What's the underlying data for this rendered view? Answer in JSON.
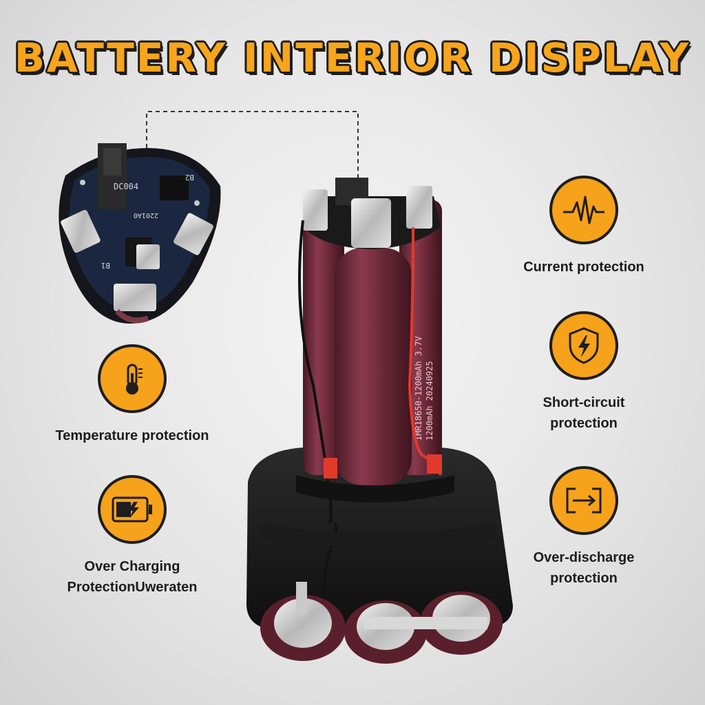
{
  "title": "BATTERY INTERIOR DISPLAY",
  "features_left": [
    {
      "icon": "thermometer-icon",
      "lines": [
        "Temperature protection"
      ]
    },
    {
      "icon": "charging-battery-icon",
      "lines": [
        "Over Charging",
        "ProtectionUweraten"
      ]
    }
  ],
  "features_right": [
    {
      "icon": "pulse-wave-icon",
      "lines": [
        "Current protection"
      ]
    },
    {
      "icon": "shield-lightning-icon",
      "lines": [
        "Short-circuit",
        "protection"
      ]
    },
    {
      "icon": "discharge-arrow-icon",
      "lines": [
        "Over-discharge",
        "protection"
      ]
    }
  ],
  "pcb_labels": [
    "DC004",
    "B1",
    "B2",
    "2201A0"
  ],
  "cell_label": "IMR18650-1200mAh 3.7V",
  "cell_label_2": "1200mAh 20240925",
  "colors": {
    "accent": "#f7a21b",
    "outline": "#1e1e1e",
    "cell": "#6e2a3a"
  }
}
